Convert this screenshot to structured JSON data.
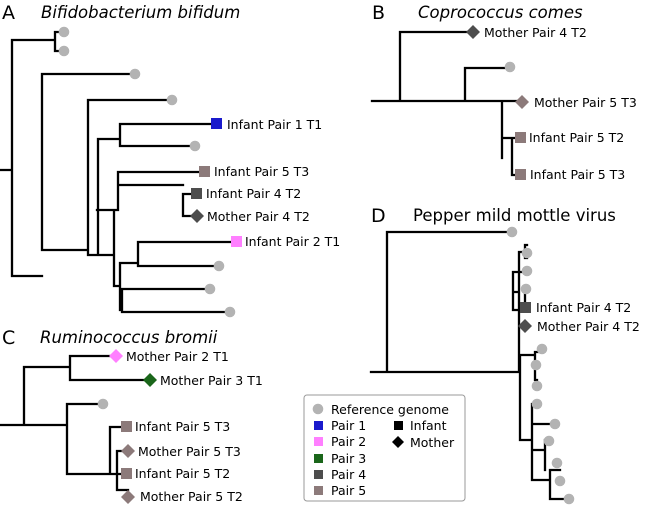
{
  "panels": {
    "A": {
      "letter": "A",
      "title": "Bifidobacterium bifidum"
    },
    "B": {
      "letter": "B",
      "title": "Coprococcus comes"
    },
    "C": {
      "letter": "C",
      "title": "Ruminococcus bromii"
    },
    "D": {
      "letter": "D",
      "title": "Pepper mild mottle virus"
    }
  },
  "labels": {
    "A": [
      "Infant Pair 1 T1",
      "Infant Pair 5 T3",
      "Infant Pair 4 T2",
      "Mother Pair 4 T2",
      "Infant Pair 2 T1"
    ],
    "B": [
      "Mother Pair 4 T2",
      "Mother Pair 5 T3",
      "Infant Pair 5 T2",
      "Infant Pair 5 T3"
    ],
    "C": [
      "Mother Pair 2 T1",
      "Mother Pair 3 T1",
      "Infant Pair 5 T3",
      "Mother Pair 5 T3",
      "Infant Pair 5 T2",
      "Mother Pair 5 T2"
    ],
    "D": [
      "Infant Pair 4 T2",
      "Mother Pair 4 T2"
    ]
  },
  "legend": {
    "reference": "Reference genome",
    "pairs": [
      "Pair 1",
      "Pair 2",
      "Pair 3",
      "Pair 4",
      "Pair 5"
    ],
    "infant": "Infant",
    "mother": "Mother"
  },
  "colors": {
    "reference": "#b3b3b3",
    "pair1": "#1a1acc",
    "pair2": "#ff7fff",
    "pair3": "#1a661a",
    "pair4": "#4d4d4d",
    "pair5": "#8c7a7a",
    "branch": "#000000"
  }
}
